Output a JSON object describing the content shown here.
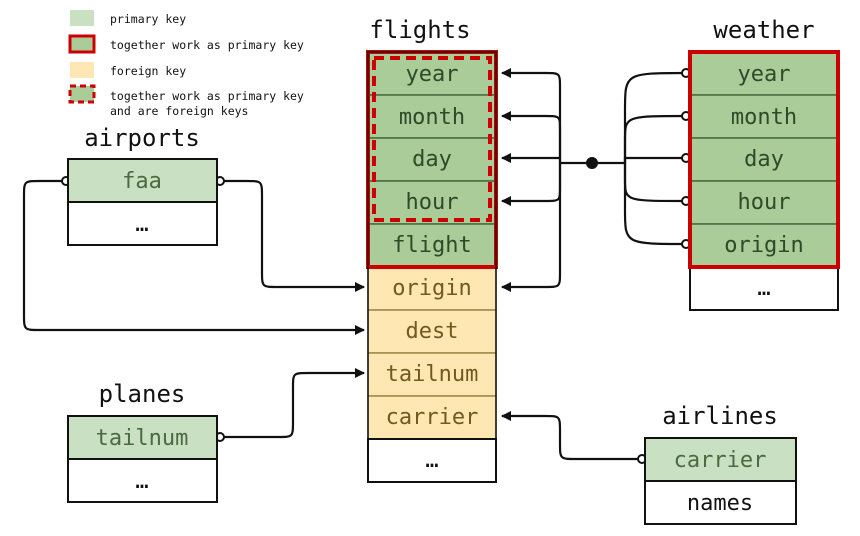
{
  "colors": {
    "primary": "#c9e0c2",
    "primary_dark": "#a9cc98",
    "foreign": "#ffe7b3",
    "compound": "#cc0000",
    "border": "#111111",
    "white": "#ffffff"
  },
  "legend": {
    "primary_key": "primary key",
    "compound_key": "together work as primary key",
    "foreign_key": "foreign key",
    "compound_foreign_key_line1": "together work as primary key",
    "compound_foreign_key_line2": "and are foreign keys"
  },
  "tables": {
    "flights": {
      "title": "flights",
      "fields": [
        "year",
        "month",
        "day",
        "hour",
        "flight",
        "origin",
        "dest",
        "tailnum",
        "carrier",
        "…"
      ]
    },
    "weather": {
      "title": "weather",
      "fields": [
        "year",
        "month",
        "day",
        "hour",
        "origin",
        "…"
      ]
    },
    "airports": {
      "title": "airports",
      "fields": [
        "faa",
        "…"
      ]
    },
    "planes": {
      "title": "planes",
      "fields": [
        "tailnum",
        "…"
      ]
    },
    "airlines": {
      "title": "airlines",
      "fields": [
        "carrier",
        "names"
      ]
    }
  }
}
